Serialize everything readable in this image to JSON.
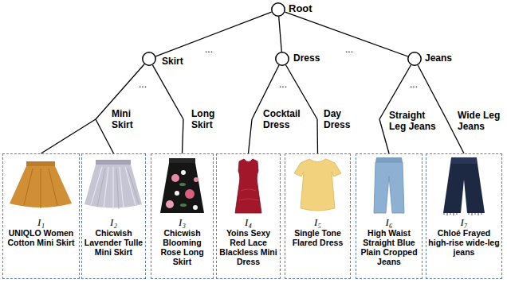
{
  "diagram": {
    "nodes": [
      {
        "text": [
          "Root"
        ]
      },
      {
        "text": [
          "Skirt"
        ]
      },
      {
        "text": [
          "Dress"
        ]
      },
      {
        "text": [
          "Jeans"
        ]
      },
      {
        "text": [
          "Mini Skirt"
        ]
      },
      {
        "text": [
          "Long Skirt"
        ]
      },
      {
        "text": [
          "Cocktail Dress"
        ]
      },
      {
        "text": [
          "Day Dress"
        ]
      },
      {
        "text": [
          "Straight Leg Jeans"
        ]
      },
      {
        "text": [
          "Wide Leg Jeans"
        ]
      },
      {
        "text": [
          "I₁",
          "UNIQLO Women Cotton Mini Skirt"
        ]
      },
      {
        "text": [
          "I₂",
          "Chicwish Lavender Tulle Mini Skirt"
        ]
      },
      {
        "text": [
          "I₃",
          "Chicwish Blooming Rose Long Skirt"
        ]
      },
      {
        "text": [
          "I₄",
          "Yoins Sexy Red Lace Blackless Mini Dress"
        ]
      },
      {
        "text": [
          "I₅",
          "Single Tone Flared Dress"
        ]
      },
      {
        "text": [
          "I₆",
          "High Waist Straight Blue Plain Cropped Jeans"
        ]
      },
      {
        "text": [
          "I₇",
          "Chloé Frayed high-rise wide-leg jeans"
        ]
      }
    ],
    "edges": [
      {
        "from": 0,
        "to": 1,
        "arrow": "none"
      },
      {
        "from": 0,
        "to": 2,
        "arrow": "none"
      },
      {
        "from": 0,
        "to": 3,
        "arrow": "none"
      },
      {
        "from": 1,
        "to": 4,
        "arrow": "none"
      },
      {
        "from": 1,
        "to": 5,
        "arrow": "none"
      },
      {
        "from": 2,
        "to": 6,
        "arrow": "none"
      },
      {
        "from": 2,
        "to": 7,
        "arrow": "none"
      },
      {
        "from": 3,
        "to": 8,
        "arrow": "none"
      },
      {
        "from": 3,
        "to": 9,
        "arrow": "none"
      },
      {
        "from": 4,
        "to": 10,
        "arrow": "none"
      },
      {
        "from": 4,
        "to": 11,
        "arrow": "none"
      },
      {
        "from": 5,
        "to": 12,
        "arrow": "none"
      },
      {
        "from": 6,
        "to": 13,
        "arrow": "none"
      },
      {
        "from": 7,
        "to": 14,
        "arrow": "none"
      },
      {
        "from": 8,
        "to": 15,
        "arrow": "none"
      },
      {
        "from": 9,
        "to": 16,
        "arrow": "none"
      }
    ],
    "labels": [
      "...",
      "...",
      "...",
      "...",
      "..."
    ]
  }
}
